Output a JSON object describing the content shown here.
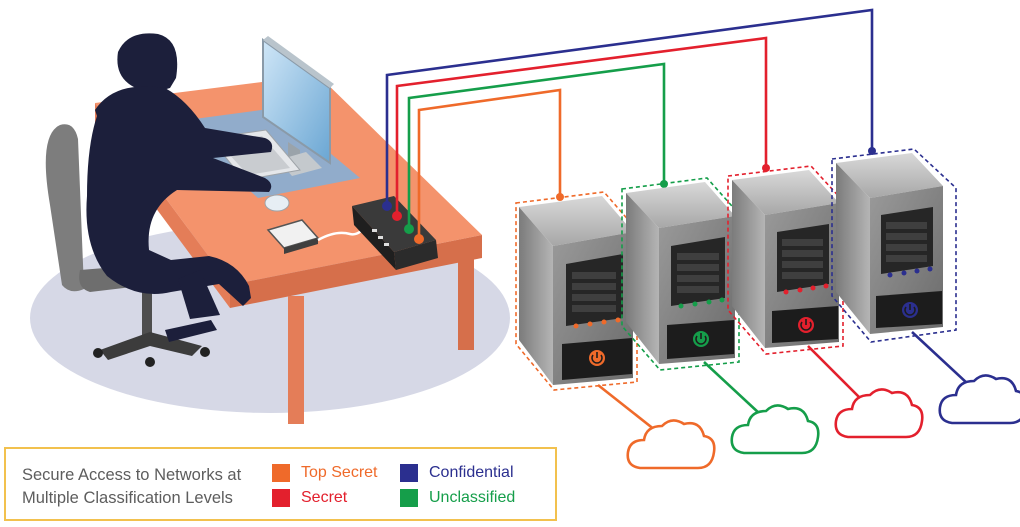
{
  "legend": {
    "caption_line1": "Secure Access to Networks at",
    "caption_line2": "Multiple Classification Levels",
    "items": [
      {
        "label": "Top Secret",
        "color": "#ef6a2a"
      },
      {
        "label": "Confidential",
        "color": "#2b2f8f"
      },
      {
        "label": "Secret",
        "color": "#e3202d"
      },
      {
        "label": "Unclassified",
        "color": "#159e4a"
      }
    ]
  },
  "icons": [
    "person-icon",
    "chair-icon",
    "desk-icon",
    "monitor-icon",
    "keyboard-icon",
    "mouse-icon",
    "smart-card-reader-icon",
    "kvm-switch-icon",
    "server-icon",
    "power-icon",
    "cloud-icon"
  ]
}
